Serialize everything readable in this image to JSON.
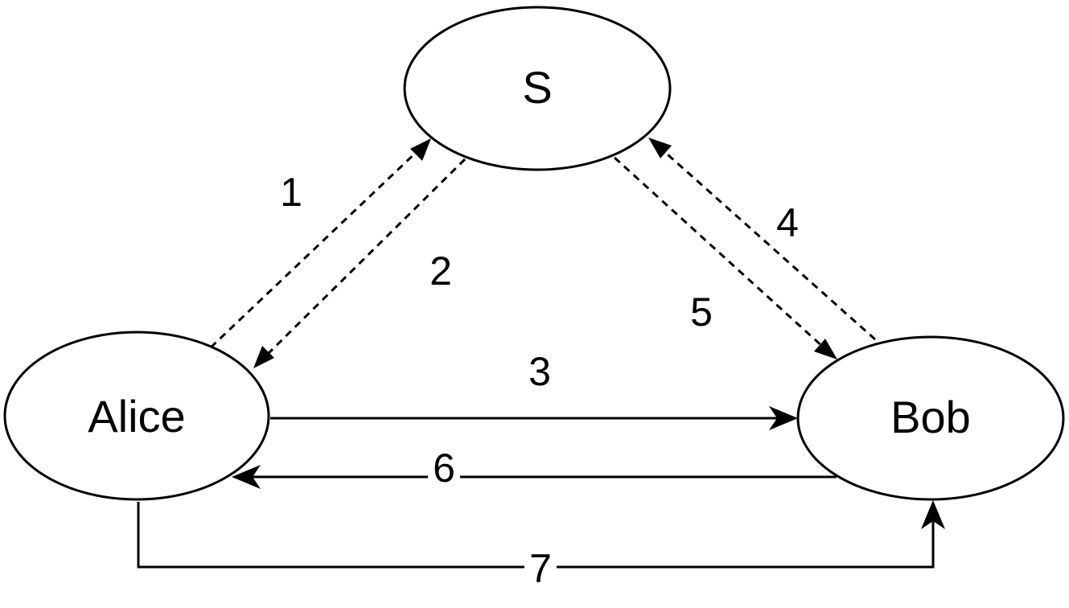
{
  "nodes": {
    "server": "S",
    "alice": "Alice",
    "bob": "Bob"
  },
  "edges": {
    "step1": "1",
    "step2": "2",
    "step3": "3",
    "step4": "4",
    "step5": "5",
    "step6": "6",
    "step7": "7"
  },
  "colors": {
    "stroke": "#000000",
    "background": "#ffffff"
  }
}
